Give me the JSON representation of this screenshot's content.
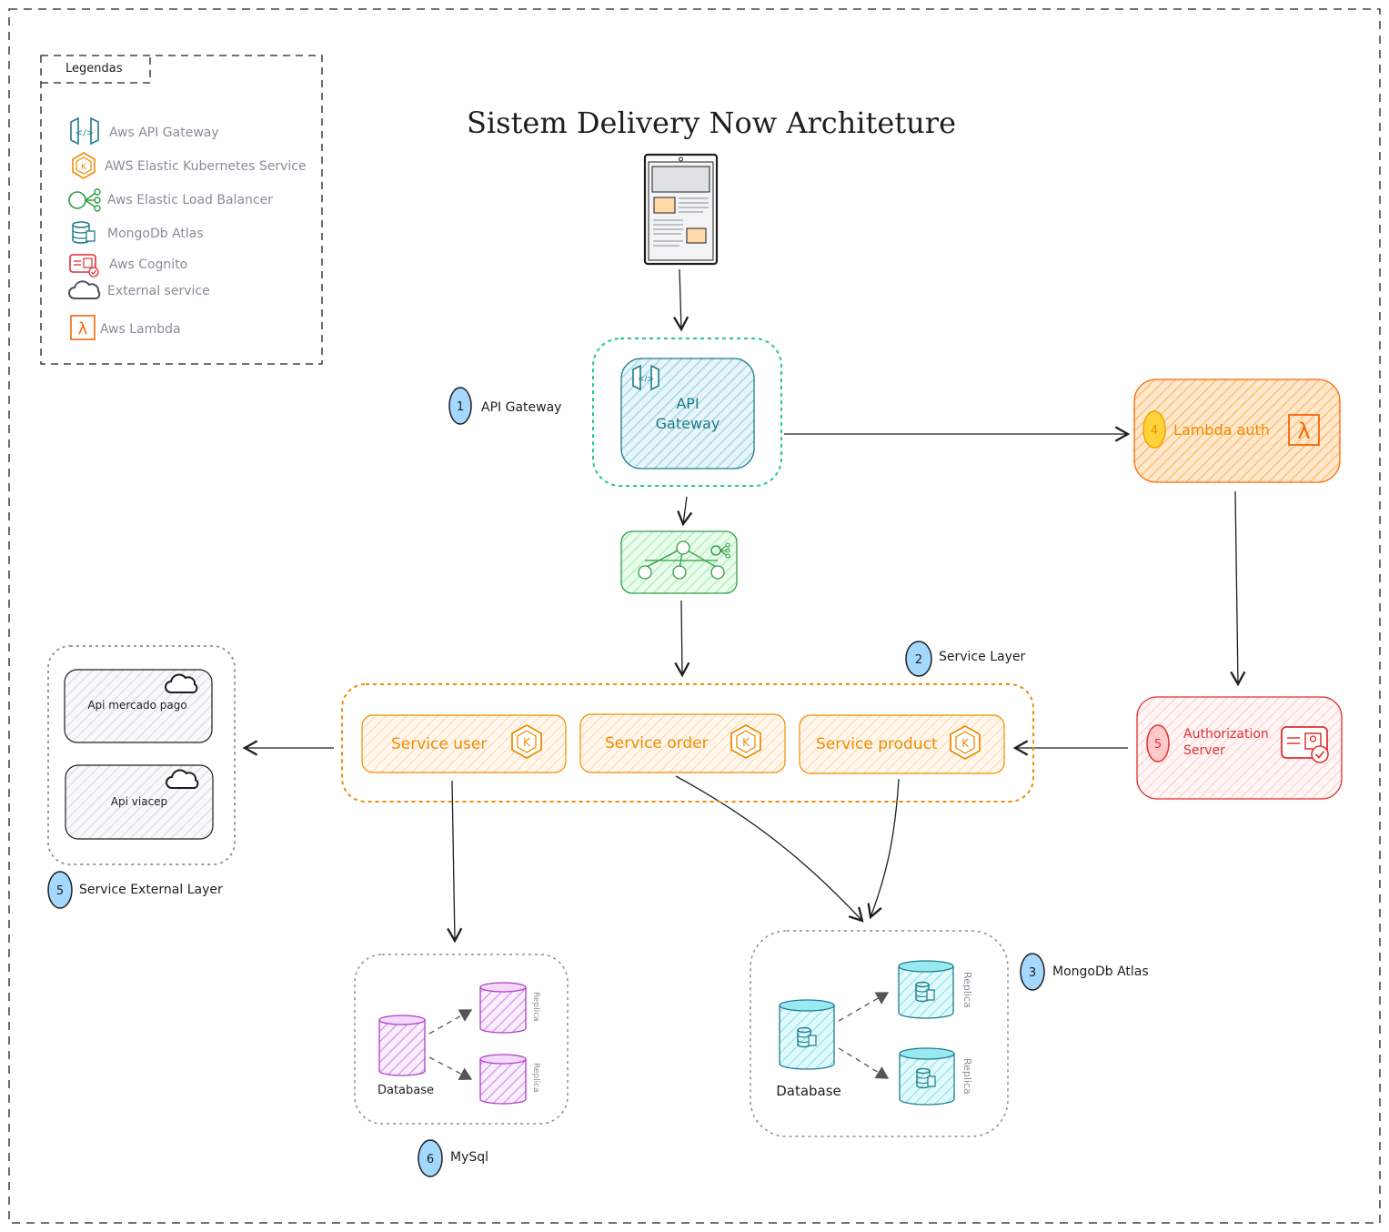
{
  "title": "Sistem Delivery Now Architeture",
  "legend": {
    "heading": "Legendas",
    "items": [
      {
        "label": "Aws API Gateway",
        "icon": "api-gateway-icon",
        "color": "#1e7b8c"
      },
      {
        "label": "AWS Elastic Kubernetes Service",
        "icon": "kubernetes-icon",
        "color": "#f08c00"
      },
      {
        "label": "Aws Elastic Load Balancer",
        "icon": "load-balancer-icon",
        "color": "#2f9e44"
      },
      {
        "label": "MongoDb Atlas",
        "icon": "database-icon",
        "color": "#1e7b8c"
      },
      {
        "label": "Aws Cognito",
        "icon": "cognito-icon",
        "color": "#e03131"
      },
      {
        "label": "External service",
        "icon": "cloud-icon",
        "color": "#495057"
      },
      {
        "label": "Aws Lambda",
        "icon": "lambda-icon",
        "color": "#f76707"
      }
    ]
  },
  "api_gateway": {
    "label_line1": "API",
    "label_line2": "Gateway",
    "badge": "1",
    "caption": "API Gateway"
  },
  "lambda": {
    "label": "Lambda auth",
    "badge": "4"
  },
  "auth_server": {
    "label_line1": "Authorization",
    "label_line2": "Server",
    "badge": "5"
  },
  "service_layer": {
    "badge": "2",
    "caption": "Service Layer",
    "services": [
      "Service user",
      "Service order",
      "Service product"
    ]
  },
  "external_layer": {
    "badge": "5",
    "caption": "Service External Layer",
    "services": [
      "Api mercado pago",
      "Api viacep"
    ]
  },
  "mongodb": {
    "badge": "3",
    "caption": "MongoDb Atlas",
    "database_label": "Database",
    "replica_label": "Replica"
  },
  "mysql": {
    "badge": "6",
    "caption": "MySql",
    "database_label": "Database",
    "replica_label": "Replica"
  },
  "colors": {
    "teal": "#1e7b8c",
    "teal_fill": "#a5d8e8",
    "orange": "#f08c00",
    "orange_fill": "#ffe8cc",
    "green": "#2f9e44",
    "green_fill": "#d3f9d8",
    "red": "#e03131",
    "red_fill": "#ffe3e3",
    "purple": "#ae3ec9",
    "purple_fill": "#f3d9fa",
    "badge_blue": "#a5d8ff",
    "badge_yellow": "#ffd43b",
    "gray": "#495057"
  }
}
